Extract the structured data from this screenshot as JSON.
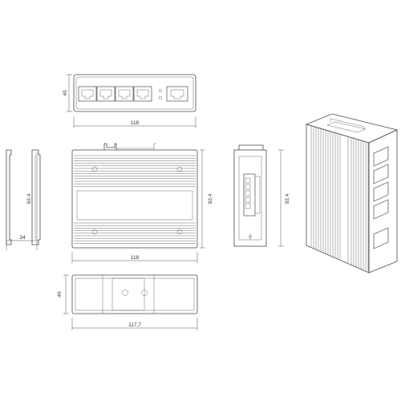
{
  "dimensions": {
    "front_height": "40",
    "front_width": "118",
    "side_left_height": "92,4",
    "side_left_depth": "34",
    "main_height": "92,4",
    "main_width": "118",
    "right_height": "92,4",
    "bottom_height": "40",
    "bottom_width": "117,7"
  },
  "colors": {
    "line": "#4a4a4a",
    "background": "#ffffff"
  }
}
